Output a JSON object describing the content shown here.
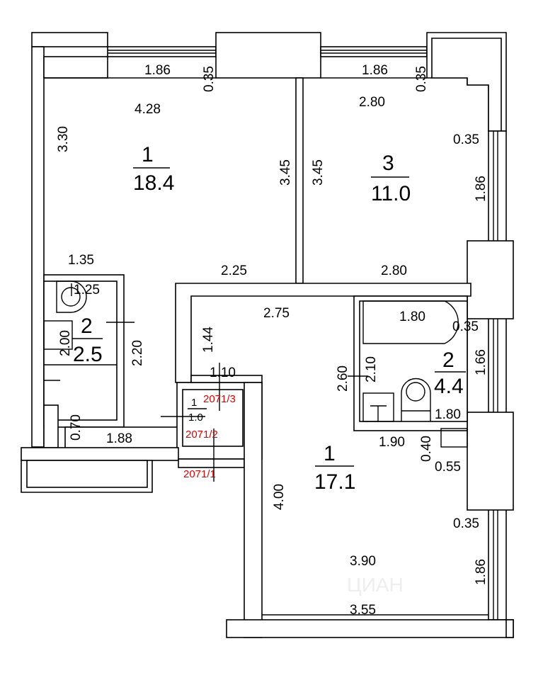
{
  "rooms": [
    {
      "number": "1",
      "area": "18.4"
    },
    {
      "number": "3",
      "area": "11.0"
    },
    {
      "number": "2",
      "area": "2.5"
    },
    {
      "number": "2",
      "area": "4.4"
    },
    {
      "number": "1",
      "area": "17.1"
    },
    {
      "number": "1",
      "area": "1.0"
    }
  ],
  "dimensions": {
    "d_186_a": "1.86",
    "d_035_a": "0.35",
    "d_186_b": "1.86",
    "d_035_b": "0.35",
    "d_428": "4.28",
    "d_330": "3.30",
    "d_345_a": "3.45",
    "d_345_b": "3.45",
    "d_280_a": "2.80",
    "d_035_c": "0.35",
    "d_186_c": "1.86",
    "d_135": "1.35",
    "d_225": "2.25",
    "d_280_b": "2.80",
    "d_125": "1.25",
    "d_200": "2.00",
    "d_220": "2.20",
    "d_275": "2.75",
    "d_144": "1.44",
    "d_110": "1.10",
    "d_180_a": "1.80",
    "d_035_d": "0.35",
    "d_166": "1.66",
    "d_260": "2.60",
    "d_210": "2.10",
    "d_180_b": "1.80",
    "d_070": "0.70",
    "d_188": "1.88",
    "d_190": "1.90",
    "d_040": "0.40",
    "d_055": "0.55",
    "d_400": "4.00",
    "d_035_e": "0.35",
    "d_390": "3.90",
    "d_186_d": "1.86",
    "d_355": "3.55"
  },
  "labels": {
    "r1": "2071/3",
    "r2": "2071/2",
    "r3": "2071/1"
  },
  "watermark": "ЦИАН"
}
